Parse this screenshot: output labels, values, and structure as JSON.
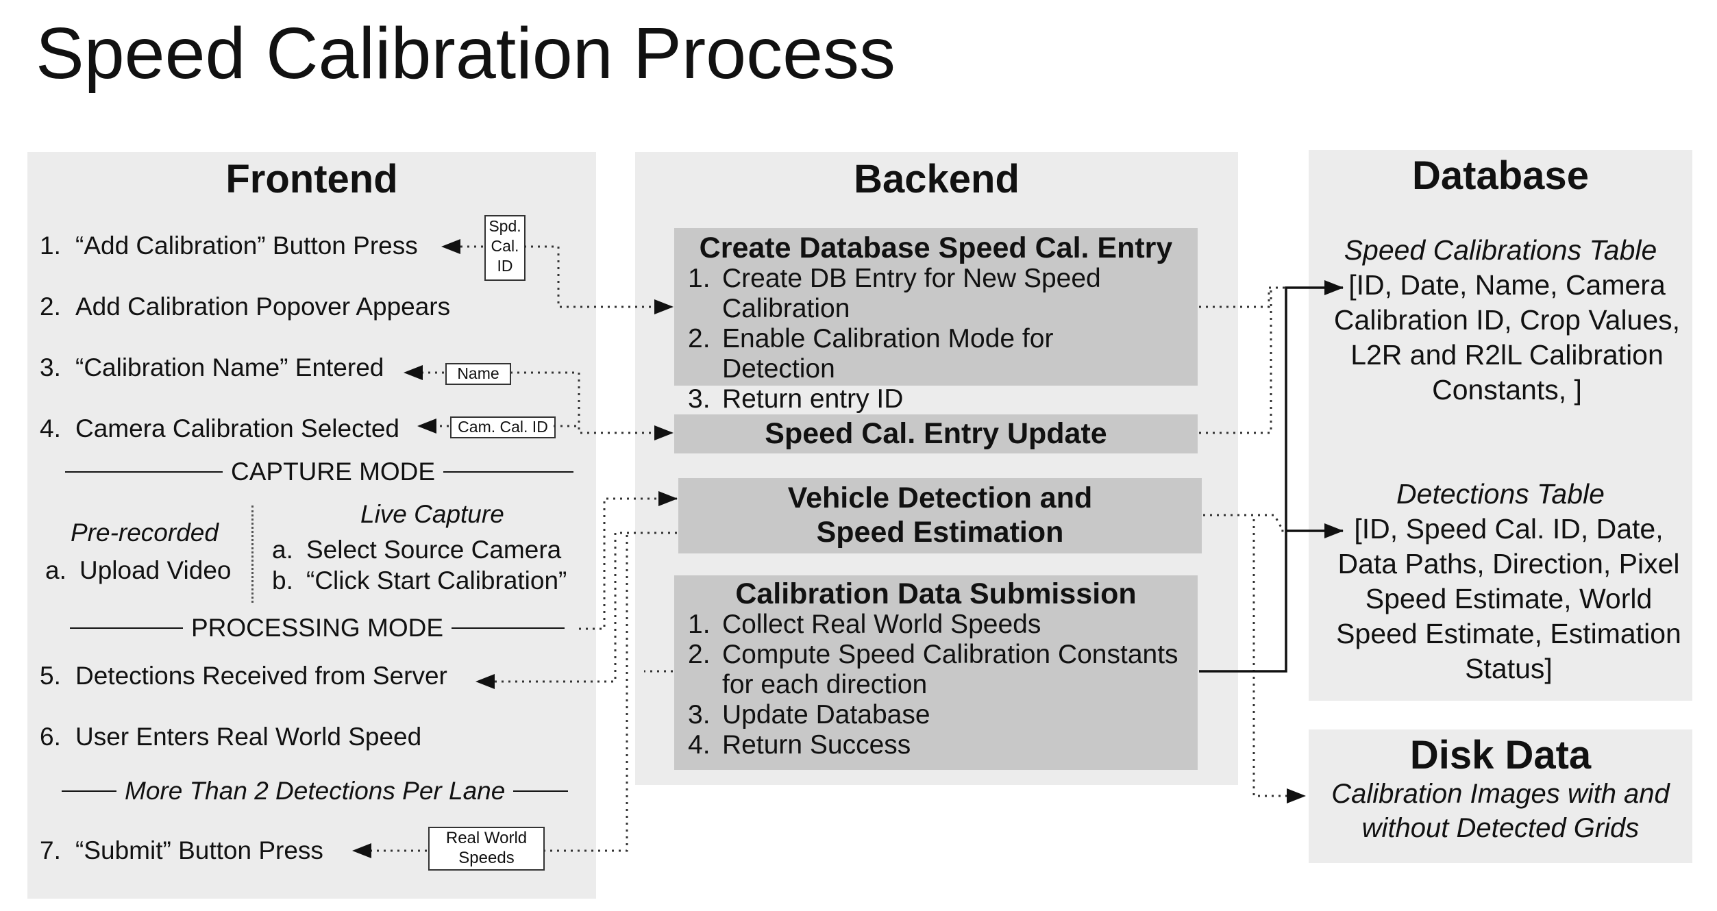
{
  "title": "Speed Calibration Process",
  "frontend": {
    "heading": "Frontend",
    "steps": [
      {
        "num": "1.",
        "text": "“Add Calibration” Button Press"
      },
      {
        "num": "2.",
        "text": "Add Calibration Popover Appears"
      },
      {
        "num": "3.",
        "text": "“Calibration Name” Entered"
      },
      {
        "num": "4.",
        "text": "Camera Calibration Selected"
      },
      {
        "num": "5.",
        "text": "Detections Received from Server"
      },
      {
        "num": "6.",
        "text": "User Enters Real World Speed"
      },
      {
        "num": "7.",
        "text": "“Submit” Button Press"
      }
    ],
    "capture_mode": "CAPTURE MODE",
    "processing_mode": "PROCESSING MODE",
    "prerecorded": {
      "heading": "Pre-recorded",
      "num": "a.",
      "item": "Upload Video"
    },
    "live_capture": {
      "heading": "Live Capture",
      "items": [
        {
          "num": "a.",
          "text": "Select Source Camera"
        },
        {
          "num": "b.",
          "text": "“Click Start Calibration”"
        }
      ]
    },
    "lane_note": "More Than 2 Detections Per Lane"
  },
  "tags": {
    "spd_cal_id": [
      "Spd.",
      "Cal.",
      "ID"
    ],
    "name": "Name",
    "cam_cal_id": "Cam. Cal. ID",
    "real_world_speeds": [
      "Real World",
      "Speeds"
    ]
  },
  "backend": {
    "heading": "Backend",
    "create_entry": {
      "title": "Create Database Speed Cal. Entry",
      "steps": [
        {
          "num": "1.",
          "text": "Create DB Entry for New Speed Calibration"
        },
        {
          "num": "2.",
          "text": "Enable Calibration Mode for Detection"
        },
        {
          "num": "3.",
          "text": "Return entry ID"
        }
      ]
    },
    "entry_update": {
      "title": "Speed Cal. Entry Update"
    },
    "vehicle_detection": {
      "title": "Vehicle Detection and Speed Estimation"
    },
    "submission": {
      "title": "Calibration Data Submission",
      "steps": [
        {
          "num": "1.",
          "text": "Collect Real World Speeds"
        },
        {
          "num": "2.",
          "text": "Compute Speed Calibration Constants for each direction"
        },
        {
          "num": "3.",
          "text": "Update Database"
        },
        {
          "num": "4.",
          "text": "Return Success"
        }
      ]
    }
  },
  "database": {
    "heading": "Database",
    "speed_table": {
      "name": "Speed Calibrations Table",
      "fields": "[ID, Date, Name, Camera Calibration ID, Crop Values, L2R and R2lL Calibration Constants, ]"
    },
    "detections_table": {
      "name": "Detections Table",
      "fields": "[ID, Speed Cal. ID, Date, Data Paths, Direction, Pixel Speed Estimate, World Speed Estimate, Estimation Status]"
    }
  },
  "disk": {
    "heading": "Disk Data",
    "text": "Calibration Images with and without Detected Grids"
  },
  "colors": {
    "panel": "#ececec",
    "box": "#c8c8c8",
    "line": "#111111"
  }
}
